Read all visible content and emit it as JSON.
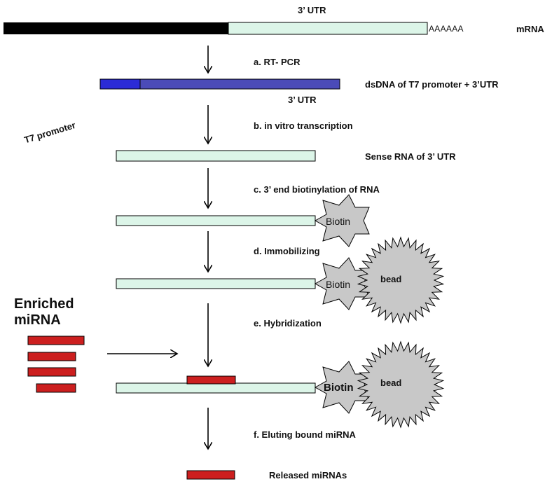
{
  "labels": {
    "utr_top": "3’ UTR",
    "mrna": "mRNA",
    "poly_a": "AAAAAA",
    "step_a": "a.  RT- PCR",
    "dsdna": "dsDNA of T7 promoter + 3’UTR",
    "utr_mid": "3’ UTR",
    "t7_promoter": "T7 promoter",
    "step_b": "b.  in vitro transcription",
    "sense_rna": "Sense RNA of 3’ UTR",
    "step_c": "c.  3’ end biotinylation of RNA",
    "biotin": "Biotin",
    "step_d": "d.  Immobilizing",
    "bead": "bead",
    "enriched_line1": "Enriched",
    "enriched_line2": "miRNA",
    "step_e": "e.  Hybridization",
    "step_f": "f.  Eluting bound miRNA",
    "released": "Released miRNAs"
  },
  "colors": {
    "black": "#000000",
    "rna_fill": "#dcf5e8",
    "dna_dark": "#2b2bd6",
    "dna_blue": "#4b4bb8",
    "mirna_red": "#cc1f1f",
    "biotin_gray": "#c8c8c8",
    "bead_gray": "#c8c8c8"
  }
}
